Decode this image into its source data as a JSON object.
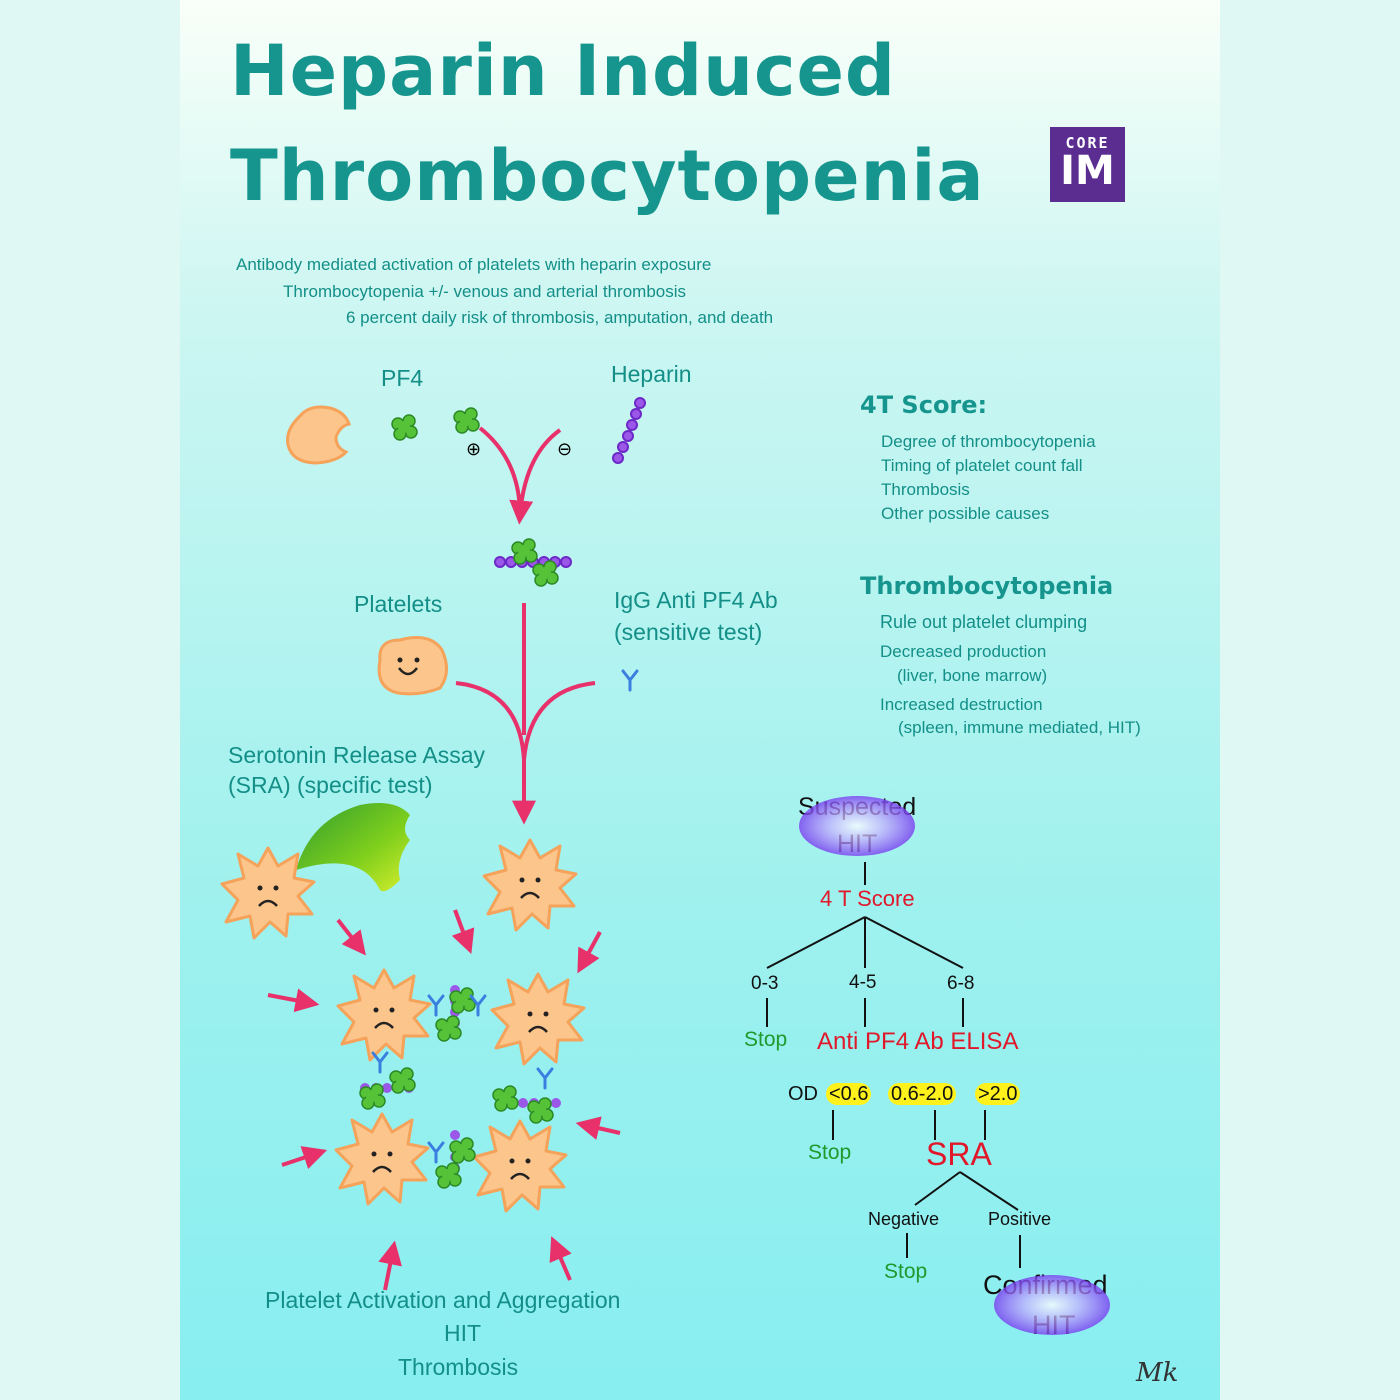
{
  "title": {
    "line1": "Heparin Induced",
    "line2": "Thrombocytopenia"
  },
  "logo": {
    "top": "CORE",
    "bottom": "IM",
    "color": "#5c2d91"
  },
  "intro": [
    "Antibody mediated activation of platelets with heparin exposure",
    "Thrombocytopenia +/- venous and arterial thrombosis",
    "6 percent daily risk of thrombosis, amputation, and death"
  ],
  "diagram": {
    "pf4": "PF4",
    "heparin": "Heparin",
    "platelets": "Platelets",
    "igg": [
      "IgG Anti PF4 Ab",
      "(sensitive test)"
    ],
    "sra": [
      "Serotonin Release Assay",
      "(SRA) (specific test)"
    ],
    "bottom": [
      "Platelet Activation and Aggregation",
      "HIT",
      "Thrombosis"
    ],
    "plus": "⊕",
    "minus": "⊖"
  },
  "four_t": {
    "heading": "4T Score:",
    "items": [
      "Degree of thrombocytopenia",
      "Timing of platelet count fall",
      "Thrombosis",
      "Other possible causes"
    ]
  },
  "thrombo": {
    "heading": "Thrombocytopenia",
    "items": [
      "Rule out platelet clumping",
      "Decreased production",
      "(liver, bone marrow)",
      "Increased destruction",
      "(spleen, immune mediated, HIT)"
    ]
  },
  "flow": {
    "suspected": [
      "Suspected",
      "HIT"
    ],
    "score": "4 T Score",
    "ranges": [
      "0-3",
      "4-5",
      "6-8"
    ],
    "stop1": "Stop",
    "elisa": "Anti PF4 Ab ELISA",
    "od": "OD",
    "od_vals": [
      "<0.6",
      "0.6-2.0",
      ">2.0"
    ],
    "stop2": "Stop",
    "sra": "SRA",
    "neg": "Negative",
    "pos": "Positive",
    "stop3": "Stop",
    "confirmed": [
      "Confirmed",
      "HIT"
    ],
    "colors": {
      "red": "#e0182a",
      "green": "#1f9a2c",
      "highlight": "#fff21c",
      "bubble": "#8a4cf0"
    }
  },
  "signature": "Mk"
}
